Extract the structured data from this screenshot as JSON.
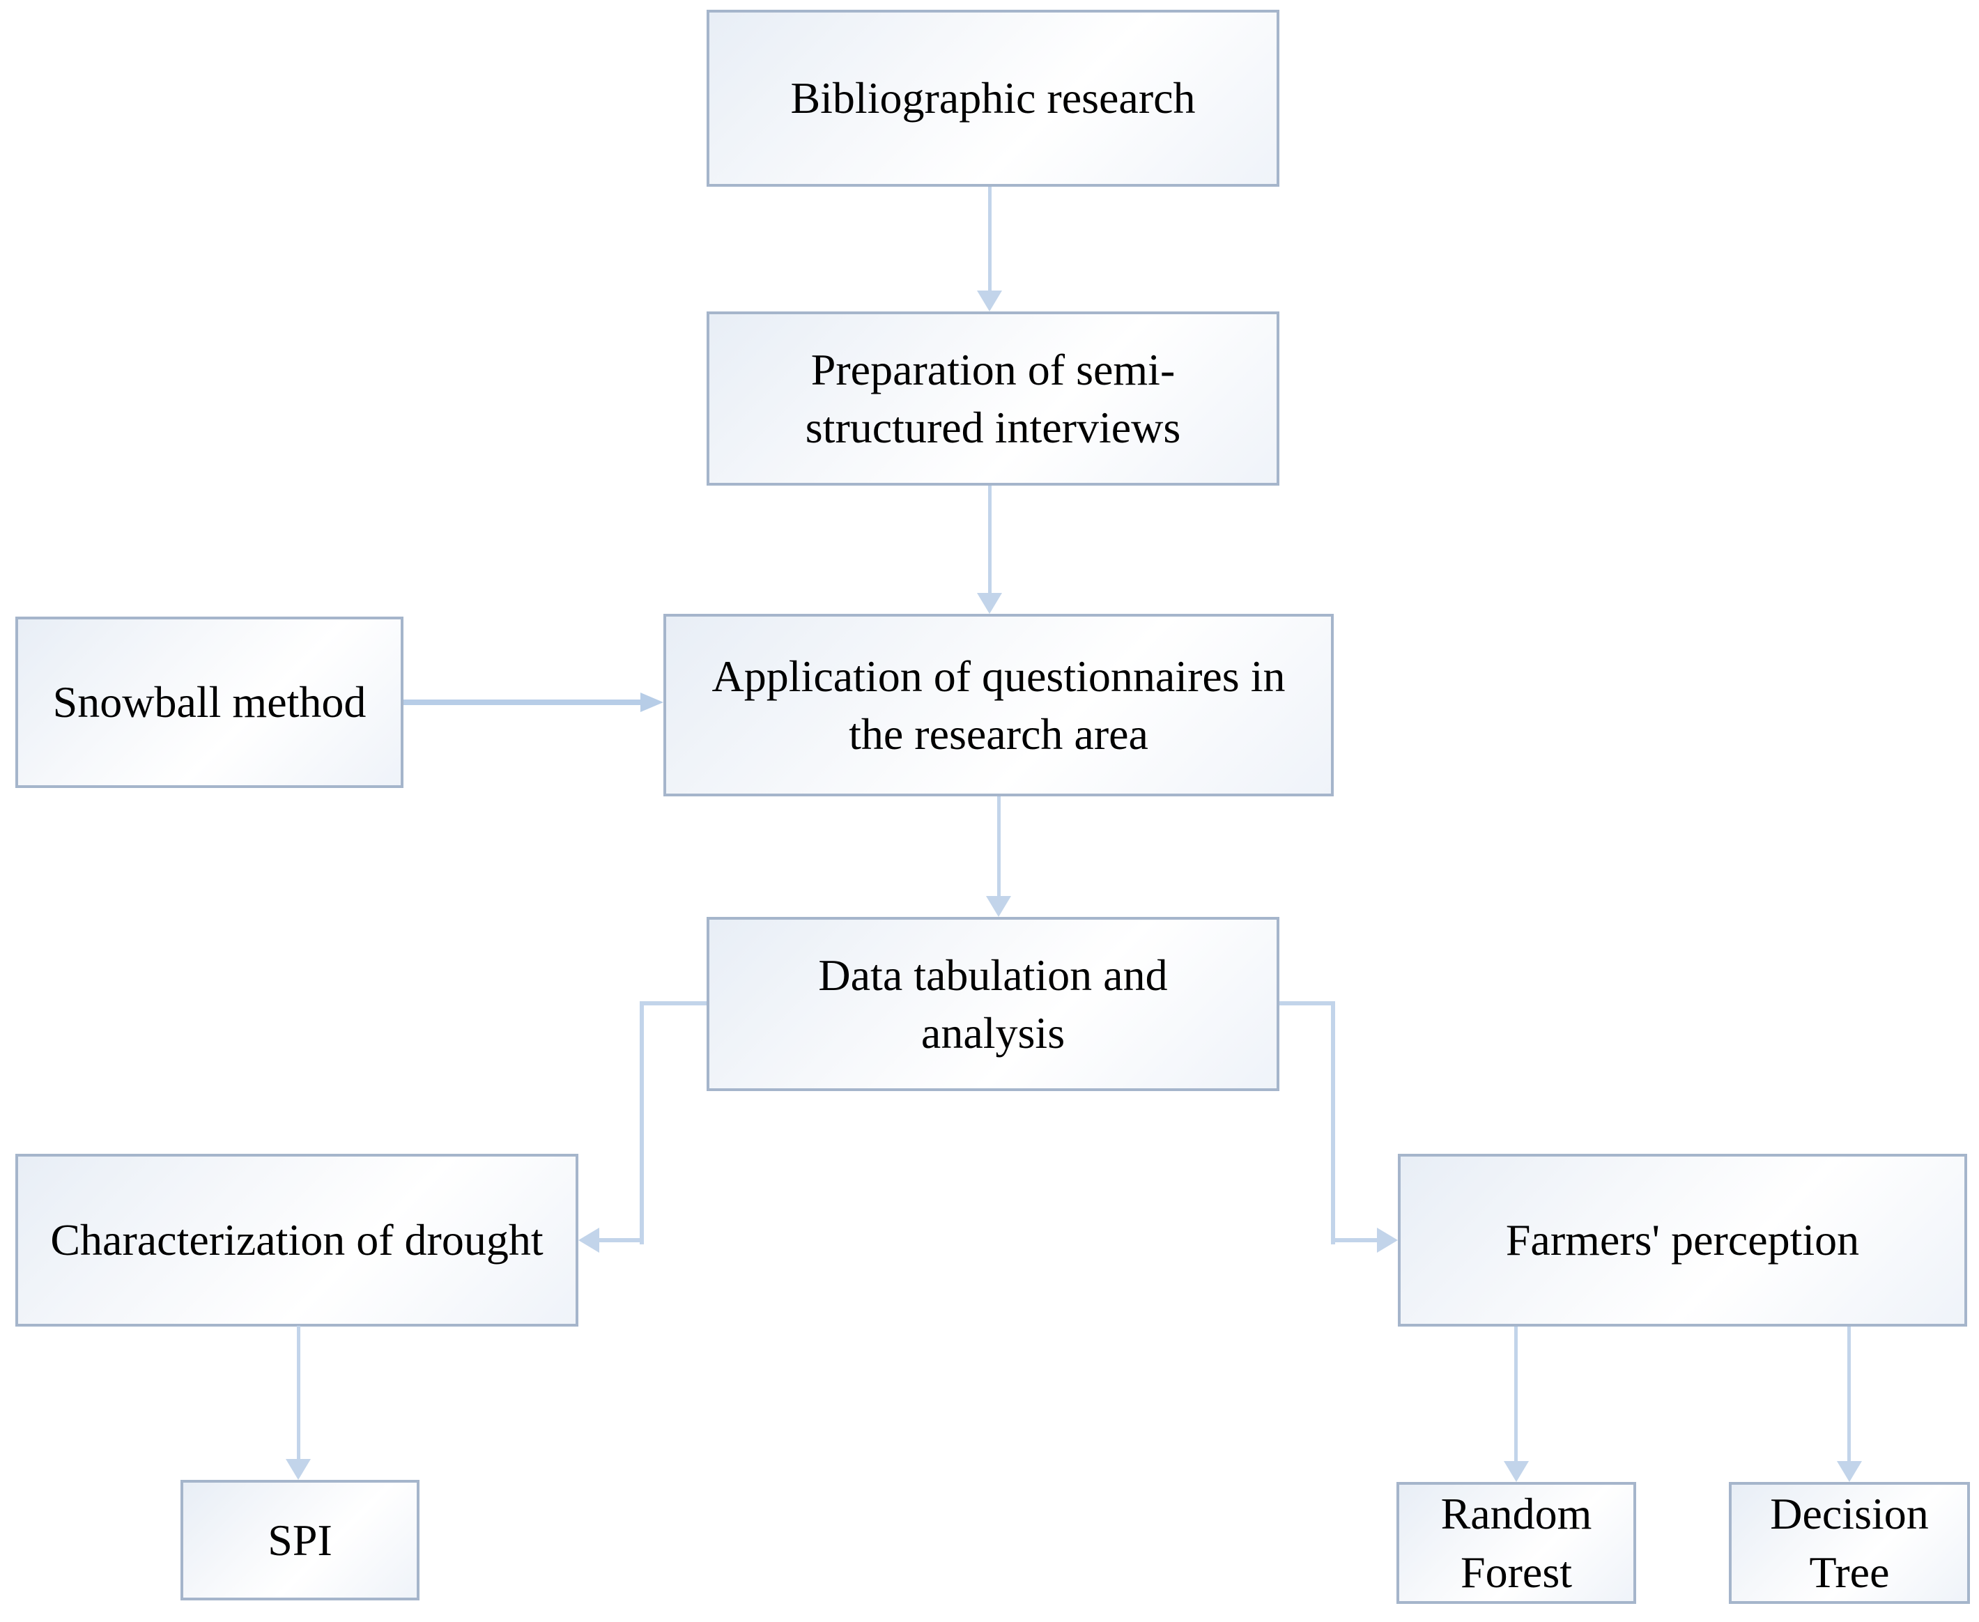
{
  "flowchart": {
    "nodes": {
      "bibliographic": {
        "label": "Bibliographic research"
      },
      "preparation": {
        "label": "Preparation of semi-\nstructured interviews"
      },
      "snowball": {
        "label": "Snowball method"
      },
      "application": {
        "label": "Application of questionnaires in\nthe research area"
      },
      "data_tabulation": {
        "label": "Data tabulation and\nanalysis"
      },
      "characterization": {
        "label": "Characterization of drought"
      },
      "farmers": {
        "label": "Farmers' perception"
      },
      "spi": {
        "label": "SPI"
      },
      "random_forest": {
        "label": "Random\nForest"
      },
      "decision_tree": {
        "label": "Decision\nTree"
      }
    },
    "edges": [
      {
        "from": "bibliographic",
        "to": "preparation"
      },
      {
        "from": "preparation",
        "to": "application"
      },
      {
        "from": "snowball",
        "to": "application"
      },
      {
        "from": "application",
        "to": "data_tabulation"
      },
      {
        "from": "data_tabulation",
        "to": "characterization"
      },
      {
        "from": "data_tabulation",
        "to": "farmers"
      },
      {
        "from": "characterization",
        "to": "spi"
      },
      {
        "from": "farmers",
        "to": "random_forest"
      },
      {
        "from": "farmers",
        "to": "decision_tree"
      }
    ],
    "colors": {
      "box_border": "#a5b5cb",
      "box_fill_tint": "#e8eef6",
      "arrow": "#c2d4ea",
      "arrow_bold": "#b7cde7",
      "text": "#000000"
    }
  }
}
